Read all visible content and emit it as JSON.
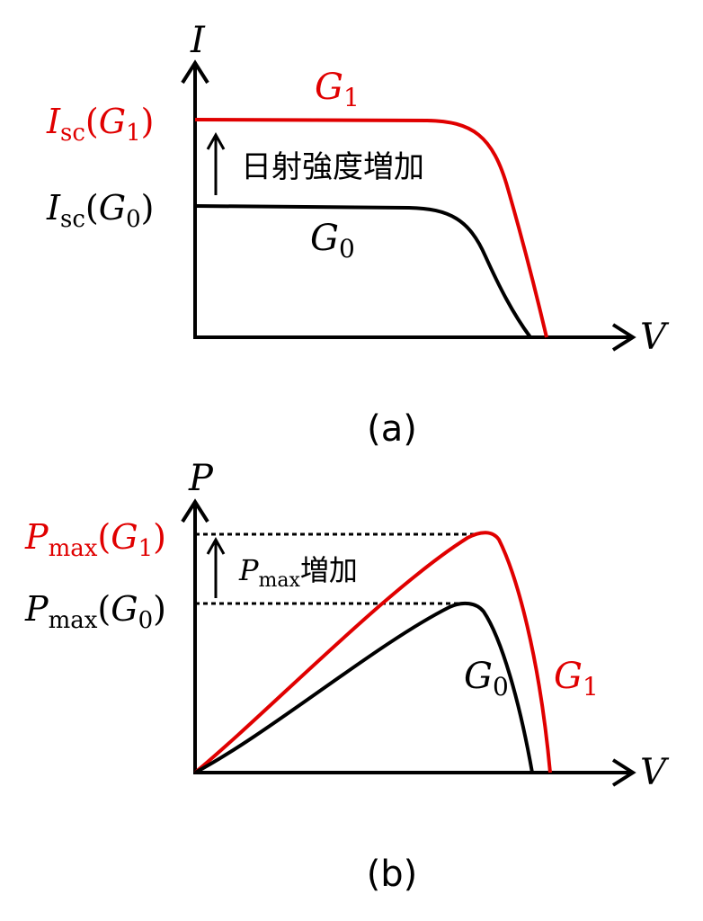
{
  "colors": {
    "g0": "#000000",
    "g1": "#e00000"
  },
  "panel_a": {
    "caption": "(a)",
    "y_axis": "I",
    "x_axis": "V",
    "isc_g1": {
      "base": "I",
      "sub": "sc",
      "arg": "G",
      "argsub": "1"
    },
    "isc_g0": {
      "base": "I",
      "sub": "sc",
      "arg": "G",
      "argsub": "0"
    },
    "curve_g1": {
      "base": "G",
      "sub": "1"
    },
    "curve_g0": {
      "base": "G",
      "sub": "0"
    },
    "arrow_label": "日射強度増加"
  },
  "panel_b": {
    "caption": "(b)",
    "y_axis": "P",
    "x_axis": "V",
    "pmax_g1": {
      "base": "P",
      "sub": "max",
      "arg": "G",
      "argsub": "1"
    },
    "pmax_g0": {
      "base": "P",
      "sub": "max",
      "arg": "G",
      "argsub": "0"
    },
    "curve_g1": {
      "base": "G",
      "sub": "1"
    },
    "curve_g0": {
      "base": "G",
      "sub": "0"
    },
    "arrow_label": {
      "base": "P",
      "sub": "max",
      "text": "増加"
    }
  }
}
